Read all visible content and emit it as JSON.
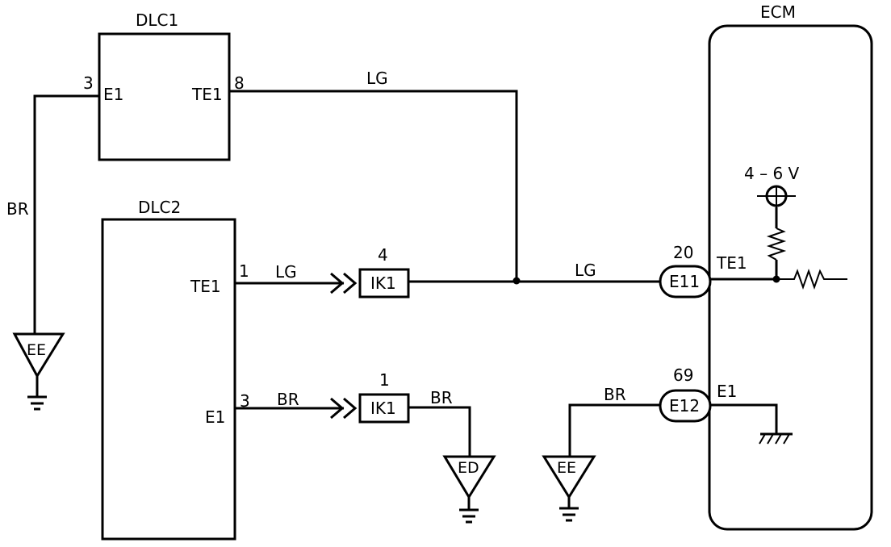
{
  "components": {
    "dlc1": {
      "title": "DLC1",
      "pin_e1_num": "3",
      "pin_e1_label": "E1",
      "pin_te1_num": "8",
      "pin_te1_label": "TE1"
    },
    "dlc2": {
      "title": "DLC2",
      "pin_te1_num": "1",
      "pin_te1_label": "TE1",
      "pin_e1_num": "3",
      "pin_e1_label": "E1"
    },
    "ecm": {
      "title": "ECM",
      "voltage": "4 – 6 V",
      "pin_te1_label": "TE1",
      "pin_e1_label": "E1"
    }
  },
  "connectors": {
    "ik1_top": {
      "label": "IK1",
      "pin": "4"
    },
    "ik1_bottom": {
      "label": "IK1",
      "pin": "1"
    },
    "e11": {
      "label": "E11",
      "pin": "20"
    },
    "e12": {
      "label": "E12",
      "pin": "69"
    }
  },
  "wires": {
    "dlc1_te1": "LG",
    "dlc1_e1": "BR",
    "dlc2_te1": "LG",
    "junction_to_e11": "LG",
    "dlc2_e1": "BR",
    "ik1_to_ed": "BR",
    "ee_to_e12": "BR"
  },
  "grounds": {
    "ee_left": "EE",
    "ed": "ED",
    "ee_right": "EE"
  }
}
